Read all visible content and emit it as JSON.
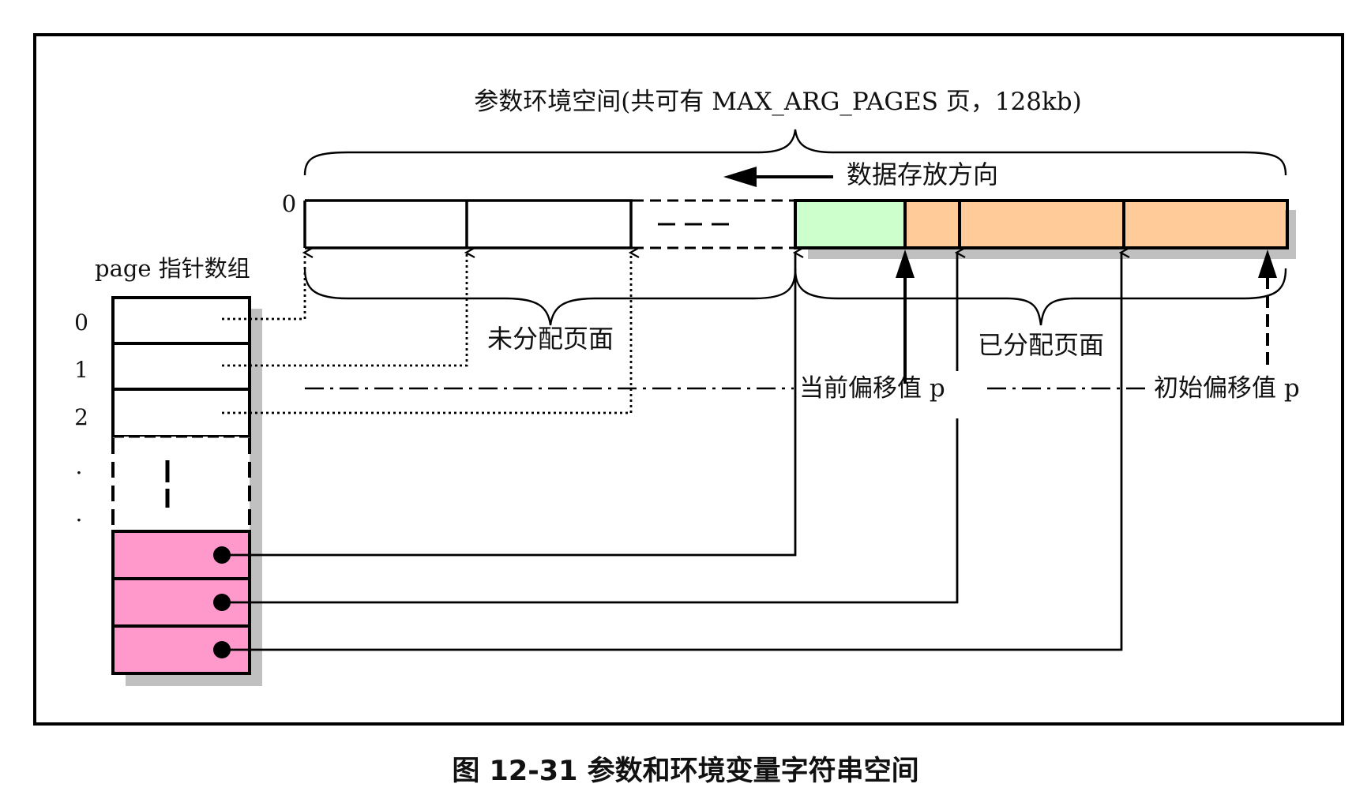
{
  "title": "参数环境空间(共可有 MAX_ARG_PAGES 页，128kb)",
  "direction_label": "数据存放方向",
  "origin_label": "0",
  "array_label": "page 指针数组",
  "array_indices": [
    "0",
    "1",
    "2",
    ".",
    "."
  ],
  "unallocated_label": "未分配页面",
  "allocated_label": "已分配页面",
  "current_offset_label": "当前偏移值 p",
  "initial_offset_label": "初始偏移值 p",
  "caption": "图 12-31 参数和环境变量字符串空间",
  "colors": {
    "pink": "#ff99cc",
    "green": "#ccffcc",
    "orange": "#ffcc99",
    "shadow": "#c0c0c0",
    "stroke": "#000000"
  }
}
